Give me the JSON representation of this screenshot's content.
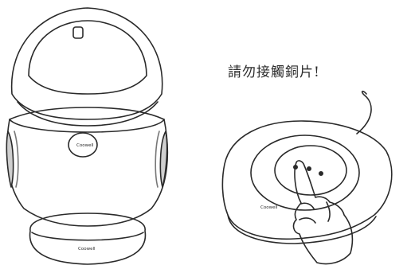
{
  "warning_text": "請勿接觸銅片!",
  "device_logo_top": "Coowell",
  "device_logo_base": "Coowell",
  "pad_logo": "Coowell"
}
